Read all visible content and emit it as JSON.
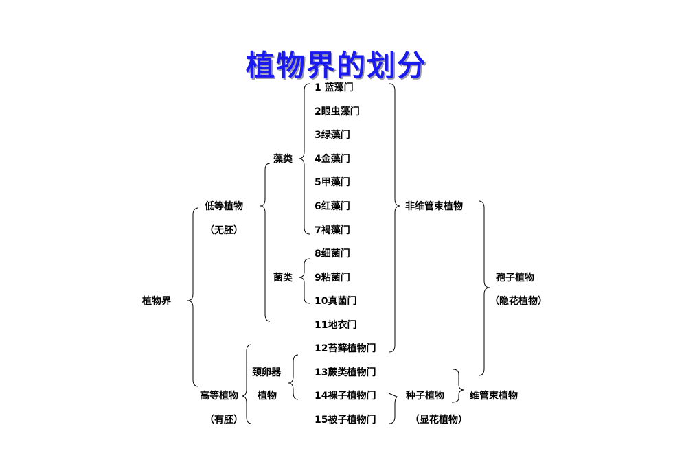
{
  "title": "植物界的划分",
  "root": "植物界",
  "lower_plants": {
    "name": "低等植物",
    "note": "（无胚）"
  },
  "higher_plants": {
    "name": "高等植物",
    "note": "（有胚）"
  },
  "algae": "藻类",
  "fungi": "菌类",
  "archegoniate": {
    "line1": "颈卵器",
    "line2": "植物"
  },
  "phyla": [
    "1 蓝藻门",
    "2眼虫藻门",
    "3绿藻门",
    "4金藻门",
    "5甲藻门",
    "6红藻门",
    "7褐藻门",
    "8细菌门",
    "9粘菌门",
    "10真菌门",
    "11地衣门",
    "12苔藓植物门",
    "13蕨类植物门",
    "14裸子植物门",
    "15被子植物门"
  ],
  "non_vascular": "非维管束植物",
  "spore_plants": {
    "name": "孢子植物",
    "note": "（隐花植物）"
  },
  "seed_plants": {
    "name": "种子植物",
    "note": "（显花植物）"
  },
  "vascular": "维管束植物"
}
